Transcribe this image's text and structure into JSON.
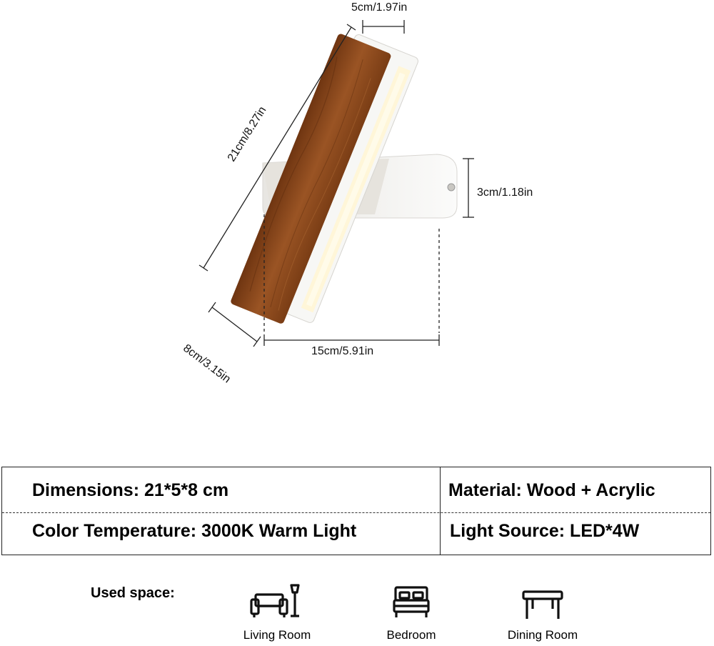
{
  "dimensions_labels": {
    "width_top": "5cm/1.97in",
    "length_diag": "21cm/8.27in",
    "height_right": "3cm/1.18in",
    "depth_bottom": "8cm/3.15in",
    "width_bottom": "15cm/5.91in"
  },
  "specs": {
    "dimensions": "Dimensions: 21*5*8 cm",
    "material": "Material: Wood + Acrylic",
    "color_temperature": "Color Temperature: 3000K Warm Light",
    "light_source": "Light Source: LED*4W"
  },
  "used_space": {
    "label": "Used space:",
    "rooms": [
      {
        "label": "Living Room",
        "icon": "sofa-lamp-icon"
      },
      {
        "label": "Bedroom",
        "icon": "bed-icon"
      },
      {
        "label": "Dining Room",
        "icon": "table-icon"
      }
    ]
  },
  "colors": {
    "wood": "#8a4a1e",
    "wood_dark": "#6b3512",
    "led": "#fff2c4",
    "frame": "#f4f4f2"
  }
}
